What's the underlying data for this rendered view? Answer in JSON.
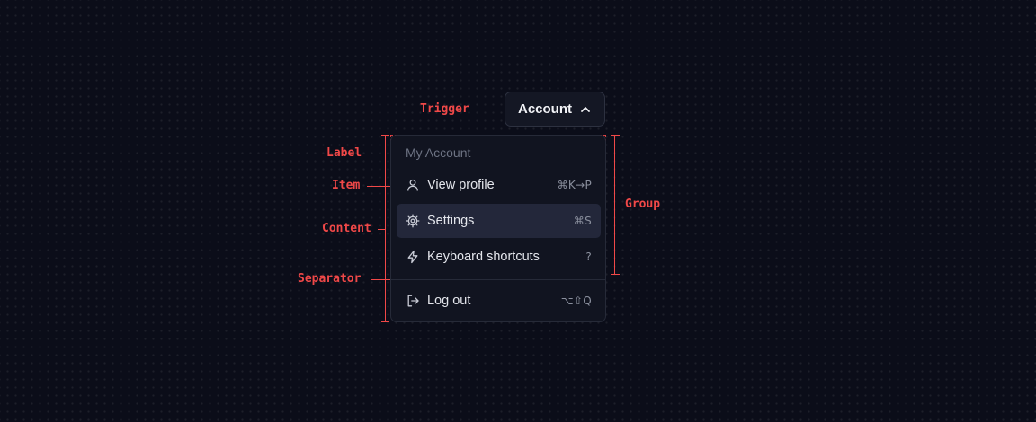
{
  "annotations": {
    "trigger": "Trigger",
    "label": "Label",
    "item": "Item",
    "content": "Content",
    "separator": "Separator",
    "group": "Group"
  },
  "trigger": {
    "label": "Account",
    "icon": "chevron-up-icon"
  },
  "menu": {
    "label": "My Account",
    "items": [
      {
        "label": "View profile",
        "shortcut": "⌘K→P",
        "icon": "user-icon",
        "active": false
      },
      {
        "label": "Settings",
        "shortcut": "⌘S",
        "icon": "gear-icon",
        "active": true
      },
      {
        "label": "Keyboard shortcuts",
        "shortcut": "?",
        "icon": "lightning-icon",
        "active": false
      },
      {
        "label": "Log out",
        "shortcut": "⌥⇧Q",
        "icon": "logout-icon",
        "active": false
      }
    ]
  },
  "colors": {
    "background": "#0b0d19",
    "annotation": "#f04848",
    "menu_surface": "#111420",
    "active_item": "#23273a"
  }
}
